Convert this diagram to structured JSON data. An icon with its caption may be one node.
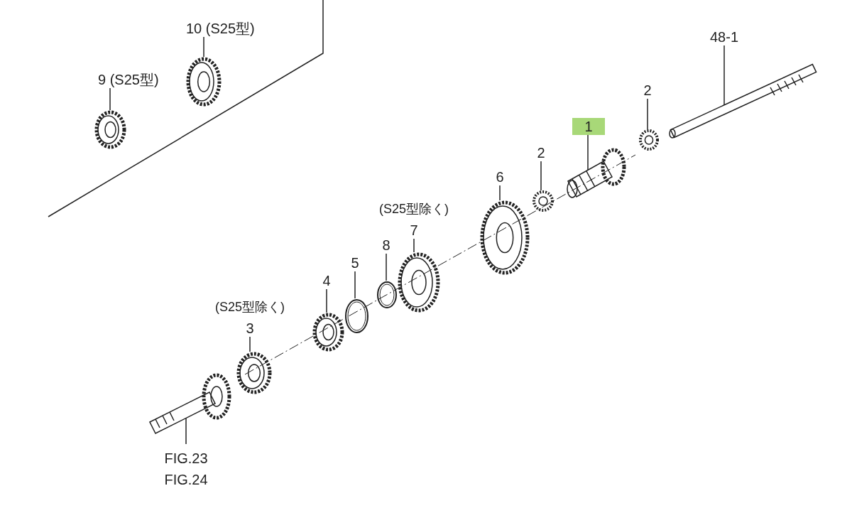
{
  "diagram": {
    "nodes": [
      {
        "text": [
          "10 (S25型)"
        ]
      },
      {
        "text": [
          "9 (S25型)"
        ]
      },
      {
        "text": [
          "48-1"
        ]
      },
      {
        "text": [
          "2"
        ]
      },
      {
        "text": [
          "1"
        ]
      },
      {
        "text": [
          "2"
        ]
      },
      {
        "text": [
          "6"
        ]
      },
      {
        "text": [
          "7"
        ],
        "beside": [
          "(S25型除く)"
        ]
      },
      {
        "text": [
          "8"
        ]
      },
      {
        "text": [
          "5"
        ]
      },
      {
        "text": [
          "4"
        ]
      },
      {
        "text": [
          "3"
        ],
        "beside": [
          "(S25型除く)"
        ]
      },
      {
        "text": [
          "FIG.23",
          "FIG.24"
        ]
      },
      {
        "text": [],
        "shape": "picture"
      },
      {
        "text": [],
        "shape": "picture"
      },
      {
        "text": [],
        "shape": "picture"
      },
      {
        "text": [],
        "shape": "picture"
      },
      {
        "text": [],
        "shape": "picture"
      },
      {
        "text": [],
        "shape": "picture"
      },
      {
        "text": [],
        "shape": "picture"
      },
      {
        "text": [],
        "shape": "picture"
      },
      {
        "text": [],
        "shape": "picture"
      },
      {
        "text": [],
        "shape": "picture"
      },
      {
        "text": [],
        "shape": "picture"
      },
      {
        "text": [],
        "shape": "picture"
      },
      {
        "text": [],
        "shape": "picture"
      }
    ],
    "edges": [
      {
        "from": 0,
        "to": 13,
        "arrow": "none"
      },
      {
        "from": 1,
        "to": 14,
        "arrow": "none"
      },
      {
        "from": 2,
        "to": 15,
        "arrow": "none"
      },
      {
        "from": 3,
        "to": 16,
        "arrow": "none"
      },
      {
        "from": 4,
        "to": 17,
        "arrow": "none"
      },
      {
        "from": 5,
        "to": 18,
        "arrow": "none"
      },
      {
        "from": 6,
        "to": 19,
        "arrow": "none"
      },
      {
        "from": 7,
        "to": 20,
        "arrow": "none"
      },
      {
        "from": 8,
        "to": 21,
        "arrow": "none"
      },
      {
        "from": 9,
        "to": 22,
        "arrow": "none"
      },
      {
        "from": 10,
        "to": 23,
        "arrow": "none"
      },
      {
        "from": 11,
        "to": 24,
        "arrow": "none"
      },
      {
        "from": 12,
        "to": 25,
        "arrow": "none"
      }
    ]
  }
}
